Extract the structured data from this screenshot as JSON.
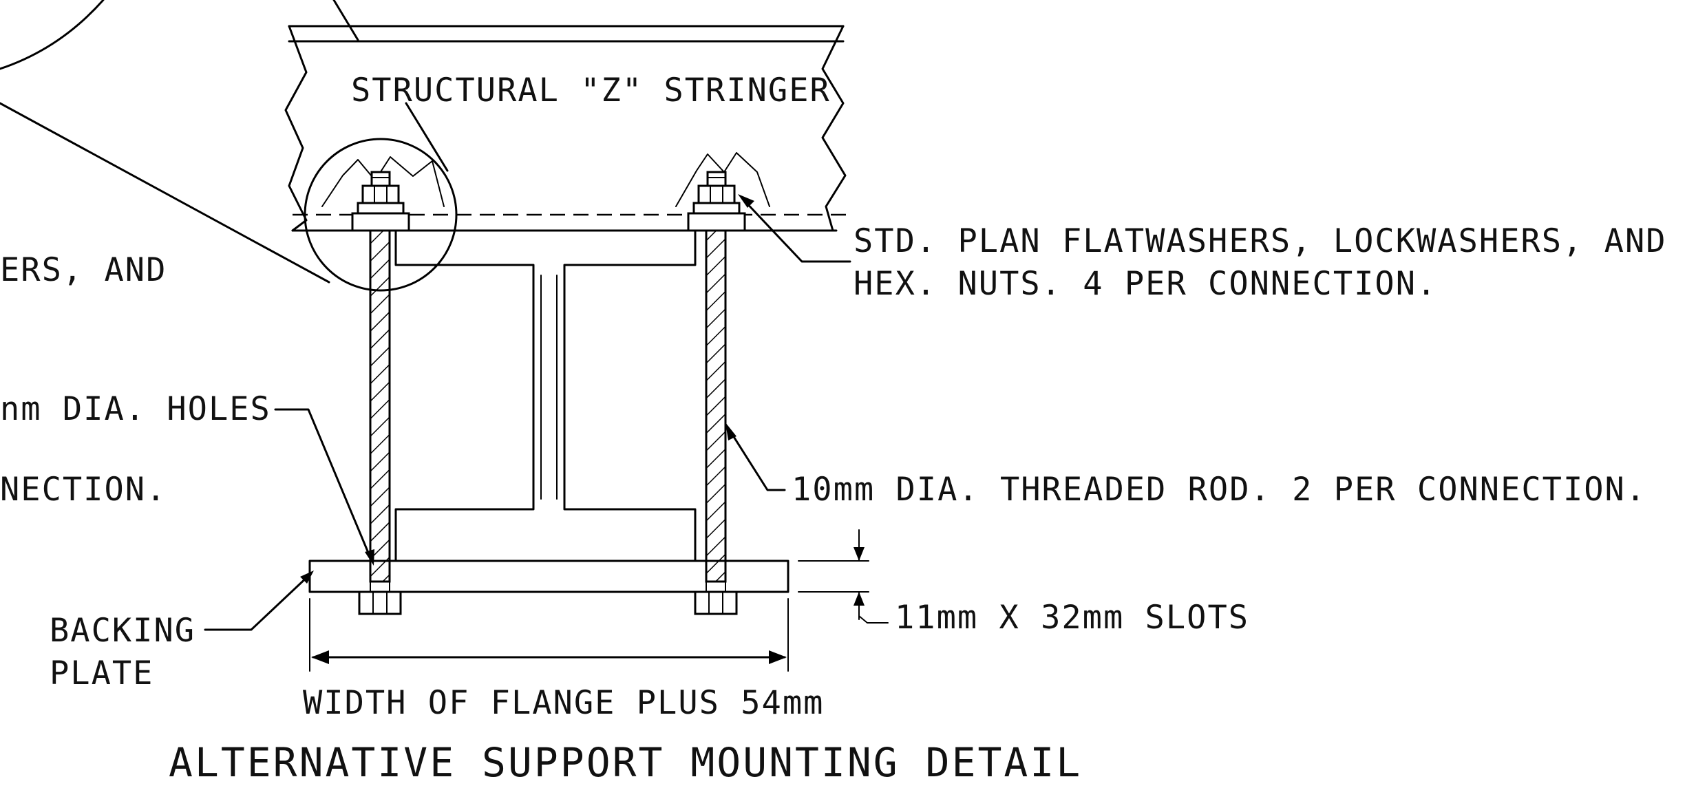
{
  "labels": {
    "stringer": "STRUCTURAL \"Z\" STRINGER",
    "hardware_line1": "STD. PLAN FLATWASHERS, LOCKWASHERS, AND",
    "hardware_line2": "HEX. NUTS. 4 PER CONNECTION.",
    "left_cut_1": "ERS, AND",
    "left_cut_2": "nm DIA. HOLES",
    "left_cut_3": "NECTION.",
    "threaded_rod": "10mm DIA. THREADED ROD. 2 PER CONNECTION.",
    "backing_plate_1": "BACKING",
    "backing_plate_2": "PLATE",
    "slots": "11mm X 32mm SLOTS",
    "width": "WIDTH OF FLANGE PLUS 54mm"
  },
  "title": "ALTERNATIVE SUPPORT MOUNTING DETAIL"
}
